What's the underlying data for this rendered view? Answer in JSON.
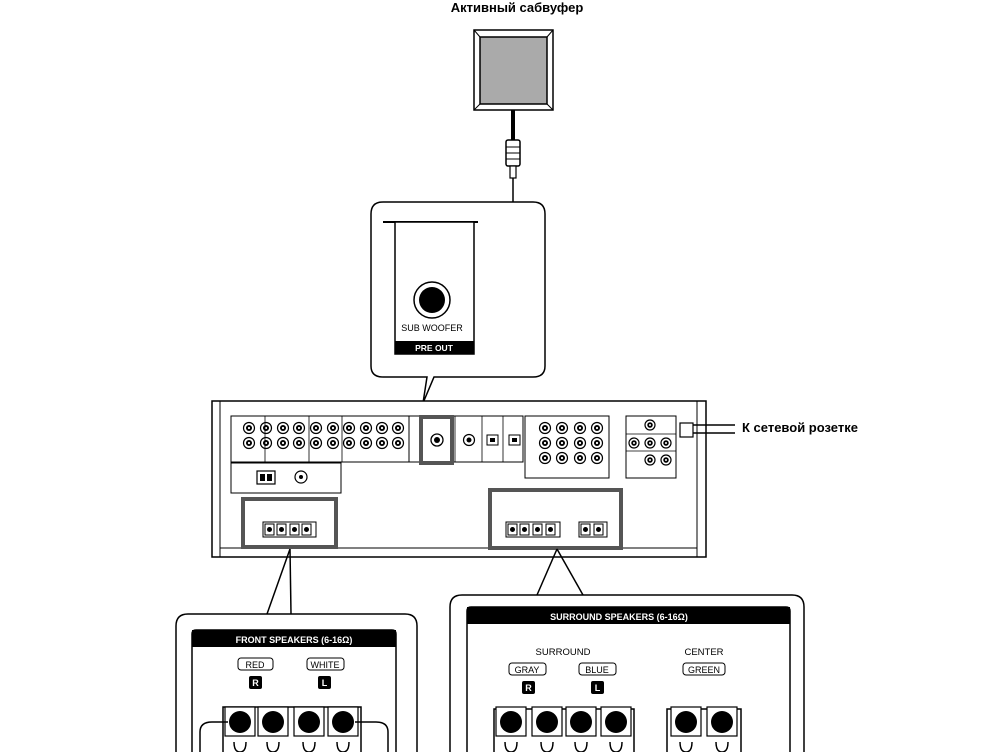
{
  "subwoofer_title": "Активный сабвуфер",
  "outlet_label": "К сетевой розетке",
  "callout": {
    "jack_label": "SUB WOOFER",
    "section_label": "PRE OUT"
  },
  "front": {
    "header": "FRONT SPEAKERS (6-16Ω)",
    "channels": [
      {
        "color_tag": "RED",
        "side": "R"
      },
      {
        "color_tag": "WHITE",
        "side": "L"
      }
    ]
  },
  "surround": {
    "header": "SURROUND SPEAKERS (6-16Ω)",
    "group_label": "SURROUND",
    "channels": [
      {
        "color_tag": "GRAY",
        "side": "R"
      },
      {
        "color_tag": "BLUE",
        "side": "L"
      }
    ],
    "center": {
      "label": "CENTER",
      "color_tag": "GREEN"
    }
  },
  "colors": {
    "line": "#000000",
    "highlight": "#555555",
    "sub_fill": "#aaaaaa",
    "panel_bg": "#ffffff"
  }
}
